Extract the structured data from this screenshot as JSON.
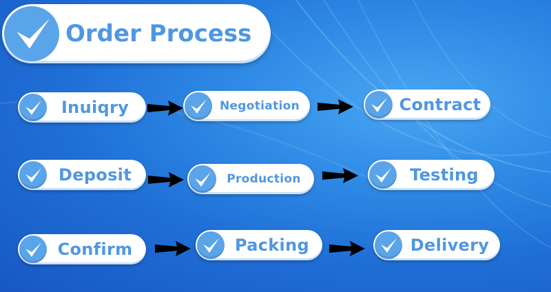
{
  "title": "Order Process",
  "steps": [
    {
      "label": "Inuiqry"
    },
    {
      "label": "Negotiation"
    },
    {
      "label": "Contract"
    },
    {
      "label": "Deposit"
    },
    {
      "label": "Production"
    },
    {
      "label": "Testing"
    },
    {
      "label": "Confirm"
    },
    {
      "label": "Packing"
    },
    {
      "label": "Delivery"
    }
  ],
  "colors": {
    "background": "#1f6fd6",
    "pill": "#ffffff",
    "accent": "#4f97e2",
    "check_circle": "#5aa4ea",
    "arrow": "#000000"
  },
  "icons": {
    "step": "check-icon",
    "connector": "arrow-right-icon"
  }
}
